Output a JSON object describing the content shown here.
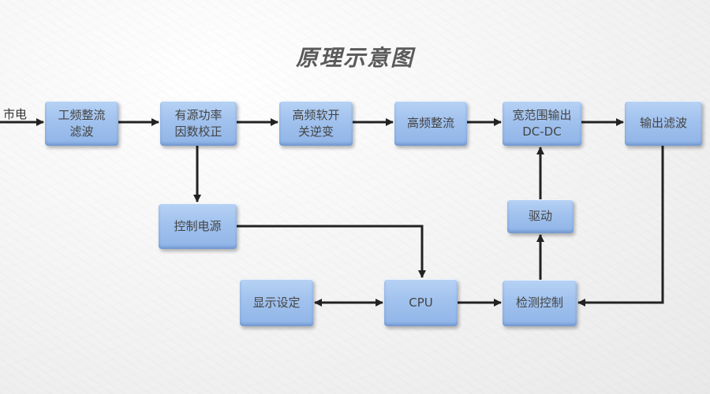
{
  "title": "原理示意图",
  "input_label": "市电",
  "blocks": {
    "power_freq_rectifier": "工频整流\n滤波",
    "active_pfc": "有源功率\n因数校正",
    "hf_soft_switch_inverter": "高频软开\n关逆变",
    "hf_rectifier": "高频整流",
    "wide_range_dcdc": "宽范围输出\nDC-DC",
    "output_filter": "输出滤波",
    "control_power": "控制电源",
    "driver": "驱动",
    "display_setting": "显示设定",
    "cpu": "CPU",
    "detect_control": "检测控制"
  },
  "colors": {
    "block_fill": "#a1c2ee",
    "text": "#444444",
    "wire": "#222222"
  }
}
